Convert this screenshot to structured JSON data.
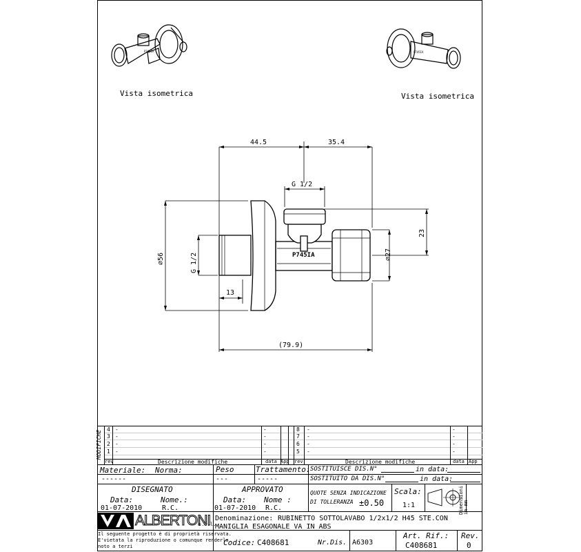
{
  "views": {
    "left_label": "Vista isometrica",
    "right_label": "Vista isometrica",
    "valve_marking_left": "P745IA",
    "valve_marking_right": "P745IA"
  },
  "dimensions": {
    "d_445": "44.5",
    "d_354": "35.4",
    "d_thread_top": "G 1/2",
    "d_thread_left": "G 1/2",
    "d_23": "23",
    "d_56": "⌀56",
    "d_27": "⌀27",
    "d_13": "13",
    "d_799": "(79.9)",
    "marking": "P745IA"
  },
  "revisions": {
    "header_label": "MODIFICHE",
    "left_rows": [
      {
        "num": "4",
        "desc": "-",
        "date": "-"
      },
      {
        "num": "3",
        "desc": "-",
        "date": "-"
      },
      {
        "num": "2",
        "desc": "-",
        "date": "-"
      },
      {
        "num": "1",
        "desc": "-",
        "date": "-"
      }
    ],
    "right_rows": [
      {
        "num": "8",
        "desc": "-",
        "date": "-"
      },
      {
        "num": "7",
        "desc": "-",
        "date": "-"
      },
      {
        "num": "6",
        "desc": "-",
        "date": "-"
      },
      {
        "num": "5",
        "desc": "-",
        "date": "-"
      }
    ],
    "col_rev": "rev",
    "col_desc": "Descrizione modifiche",
    "col_date": "data",
    "col_app": "App"
  },
  "title_block": {
    "materiale_label": "Materiale:",
    "norma_label": "Norma:",
    "materiale_value": "------",
    "peso_label": "Peso",
    "peso_value": "---",
    "trattamento_label": "Trattamento:",
    "trattamento_value": "-----",
    "sostituisce_label": "SOSTITUISCE DIS.N°",
    "sostituito_label": "SOSTITUITO DA DIS.N°",
    "in_data_label": "in data:",
    "disegnato_label": "DISEGNATO",
    "approvato_label": "APPROVATO",
    "data_label": "Data:",
    "nome_label": "Nome.:",
    "nome_label2": "Nome :",
    "disegnato_data": "01-07-2010",
    "disegnato_nome": "R.C.",
    "approvato_data": "01-07-2010",
    "approvato_nome": "R.C.",
    "quote_label_1": "QUOTE SENZA INDICAZIONE",
    "quote_label_2": "DI TOLLERANZA",
    "tolerance": "±0.50",
    "scala_label": "Scala:",
    "scala_value": "1:1",
    "dimensioni_label": "Dimensioni in mm",
    "company_logo_text": "ALBERTONI",
    "company_suffix": "s.r.l.",
    "notice_1": "Il seguente progetto è di proprietà riservata.",
    "notice_2": "E'vietata la riproduzione o comunque renderlo",
    "notice_3": "noto a terzi",
    "denominazione_label": "Denominazione:",
    "denominazione_1": "RUBINETTO SOTTOLAVABO 1/2x1/2 H45 STE.CON",
    "denominazione_2": "MANIGLIA ESAGONALE VA IN ABS",
    "codice_label": "Codice:",
    "codice_value": "C408681",
    "nrdis_label": "Nr.Dis.",
    "nrdis_value": "A6303",
    "artrif_label": "Art. Rif.:",
    "artrif_value": "C408681",
    "rev_label": "Rev.",
    "rev_value": "0"
  }
}
